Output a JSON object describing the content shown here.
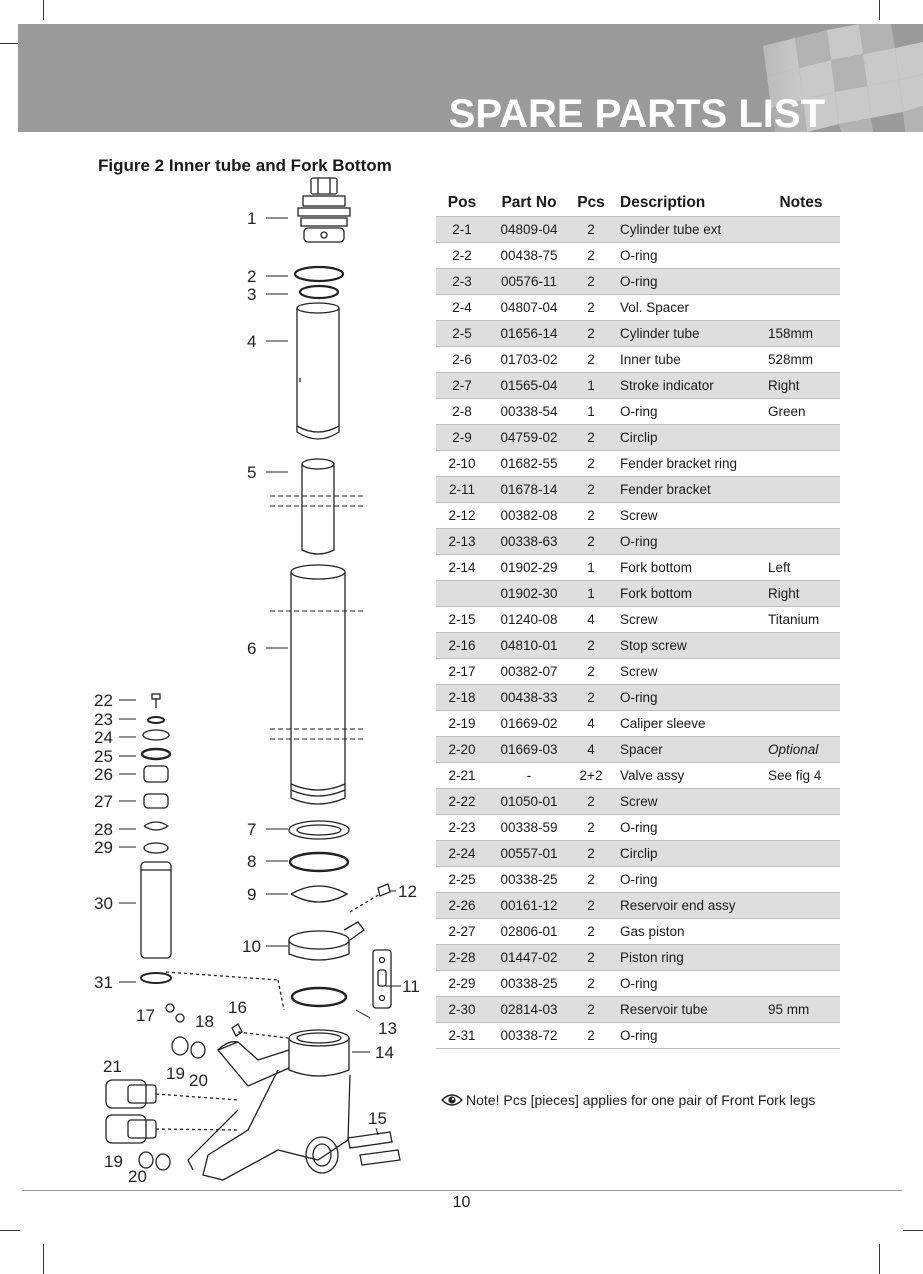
{
  "header": {
    "title": "SPARE PARTS LIST"
  },
  "figure": {
    "title": "Figure 2 Inner tube and Fork Bottom",
    "callouts": [
      "1",
      "2",
      "3",
      "4",
      "5",
      "6",
      "7",
      "8",
      "9",
      "10",
      "11",
      "12",
      "13",
      "14",
      "15",
      "16",
      "17",
      "18",
      "19",
      "20",
      "21",
      "22",
      "23",
      "24",
      "25",
      "26",
      "27",
      "28",
      "29",
      "30",
      "31",
      "19",
      "20"
    ]
  },
  "table": {
    "headers": [
      "Pos",
      "Part No",
      "Pcs",
      "Description",
      "Notes"
    ],
    "rows": [
      {
        "pos": "2-1",
        "part": "04809-04",
        "pcs": "2",
        "desc": "Cylinder tube ext",
        "notes": ""
      },
      {
        "pos": "2-2",
        "part": "00438-75",
        "pcs": "2",
        "desc": "O-ring",
        "notes": ""
      },
      {
        "pos": "2-3",
        "part": "00576-11",
        "pcs": "2",
        "desc": "O-ring",
        "notes": ""
      },
      {
        "pos": "2-4",
        "part": "04807-04",
        "pcs": "2",
        "desc": "Vol. Spacer",
        "notes": ""
      },
      {
        "pos": "2-5",
        "part": "01656-14",
        "pcs": "2",
        "desc": "Cylinder tube",
        "notes": "158mm"
      },
      {
        "pos": "2-6",
        "part": "01703-02",
        "pcs": "2",
        "desc": "Inner tube",
        "notes": "528mm"
      },
      {
        "pos": "2-7",
        "part": "01565-04",
        "pcs": "1",
        "desc": "Stroke indicator",
        "notes": "Right"
      },
      {
        "pos": "2-8",
        "part": "00338-54",
        "pcs": "1",
        "desc": "O-ring",
        "notes": "Green"
      },
      {
        "pos": "2-9",
        "part": "04759-02",
        "pcs": "2",
        "desc": "Circlip",
        "notes": ""
      },
      {
        "pos": "2-10",
        "part": "01682-55",
        "pcs": "2",
        "desc": "Fender bracket ring",
        "notes": ""
      },
      {
        "pos": "2-11",
        "part": "01678-14",
        "pcs": "2",
        "desc": "Fender bracket",
        "notes": ""
      },
      {
        "pos": "2-12",
        "part": "00382-08",
        "pcs": "2",
        "desc": "Screw",
        "notes": ""
      },
      {
        "pos": "2-13",
        "part": "00338-63",
        "pcs": "2",
        "desc": "O-ring",
        "notes": ""
      },
      {
        "pos": "2-14",
        "part": "01902-29",
        "pcs": "1",
        "desc": "Fork bottom",
        "notes": "Left"
      },
      {
        "pos": "",
        "part": "01902-30",
        "pcs": "1",
        "desc": "Fork bottom",
        "notes": "Right"
      },
      {
        "pos": "2-15",
        "part": "01240-08",
        "pcs": "4",
        "desc": "Screw",
        "notes": "Titanium"
      },
      {
        "pos": "2-16",
        "part": "04810-01",
        "pcs": "2",
        "desc": "Stop screw",
        "notes": ""
      },
      {
        "pos": "2-17",
        "part": "00382-07",
        "pcs": "2",
        "desc": "Screw",
        "notes": ""
      },
      {
        "pos": "2-18",
        "part": "00438-33",
        "pcs": "2",
        "desc": "O-ring",
        "notes": ""
      },
      {
        "pos": "2-19",
        "part": "01669-02",
        "pcs": "4",
        "desc": "Caliper sleeve",
        "notes": ""
      },
      {
        "pos": "2-20",
        "part": "01669-03",
        "pcs": "4",
        "desc": "Spacer",
        "notes": "Optional"
      },
      {
        "pos": "2-21",
        "part": "-",
        "pcs": "2+2",
        "desc": "Valve assy",
        "notes": "See fig 4"
      },
      {
        "pos": "2-22",
        "part": "01050-01",
        "pcs": "2",
        "desc": "Screw",
        "notes": ""
      },
      {
        "pos": "2-23",
        "part": "00338-59",
        "pcs": "2",
        "desc": "O-ring",
        "notes": ""
      },
      {
        "pos": "2-24",
        "part": "00557-01",
        "pcs": "2",
        "desc": "Circlip",
        "notes": ""
      },
      {
        "pos": "2-25",
        "part": "00338-25",
        "pcs": "2",
        "desc": "O-ring",
        "notes": ""
      },
      {
        "pos": "2-26",
        "part": "00161-12",
        "pcs": "2",
        "desc": "Reservoir end assy",
        "notes": ""
      },
      {
        "pos": "2-27",
        "part": "02806-01",
        "pcs": "2",
        "desc": "Gas piston",
        "notes": ""
      },
      {
        "pos": "2-28",
        "part": "01447-02",
        "pcs": "2",
        "desc": "Piston ring",
        "notes": ""
      },
      {
        "pos": "2-29",
        "part": "00338-25",
        "pcs": "2",
        "desc": "O-ring",
        "notes": ""
      },
      {
        "pos": "2-30",
        "part": "02814-03",
        "pcs": "2",
        "desc": "Reservoir tube",
        "notes": "95 mm"
      },
      {
        "pos": "2-31",
        "part": "00338-72",
        "pcs": "2",
        "desc": "O-ring",
        "notes": ""
      }
    ]
  },
  "note": {
    "icon": "eye-icon",
    "text": "Note! Pcs [pieces] applies for one pair of Front Fork legs"
  },
  "footer": {
    "page_number": "10"
  },
  "colors": {
    "banner": "#9a9a9a",
    "row_shade": "#dedede",
    "text": "#1a1a1a"
  }
}
